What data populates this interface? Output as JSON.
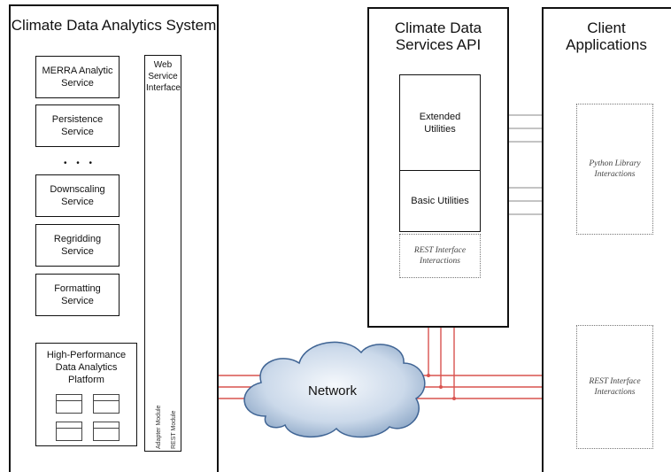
{
  "system": {
    "title": "Climate Data Analytics System",
    "services": [
      "MERRA Analytic Service",
      "Persistence Service",
      "Downscaling Service",
      "Regridding Service",
      "Formatting Service"
    ],
    "ellipsis": "• • •",
    "web_interface_label": "Web Service Interface",
    "platform_label": "High-Performance Data Analytics Platform",
    "adapter_module": "Adapter Module",
    "rest_module": "REST Module"
  },
  "api": {
    "title": "Climate Data Services API",
    "extended_utilities": "Extended Utilities",
    "basic_utilities": "Basic Utilities",
    "rest_interactions": "REST Interface Interactions"
  },
  "clients": {
    "title": "Client Applications",
    "python_interactions": "Python Library Interactions",
    "rest_interactions": "REST Interface Interactions"
  },
  "network": {
    "label": "Network"
  },
  "colors": {
    "arrow_red": "#d9534f",
    "connector_gray": "#999999",
    "cloud_light": "#eaf1fa",
    "cloud_dark": "#9fb6cf",
    "cloud_stroke": "#3f6494"
  }
}
